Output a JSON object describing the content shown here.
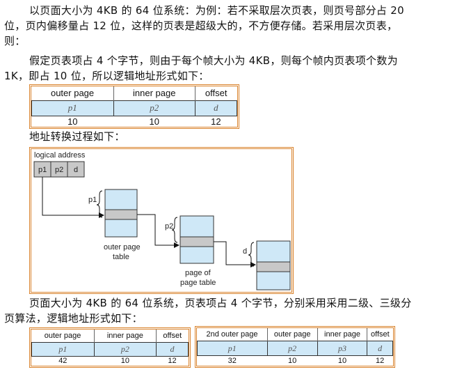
{
  "para1": {
    "line1": "以页面大小为 4KB 的 64 位系统：为例：若不采取层次页表，则页号部分占 20",
    "line2": "位，页内偏移量占 12 位，这样的页表是超级大的，不方便存储。若采用层次页表，",
    "line3": "则："
  },
  "para2": {
    "line1": "假定页表项占 4 个字节，则由于每个帧大小为 4KB，则每个帧内页表项个数为",
    "line2": "1K，即占 10 位，所以逻辑地址形式如下："
  },
  "table1": {
    "headers": [
      "outer page",
      "inner page",
      "offset"
    ],
    "symbols": [
      "p1",
      "p2",
      "d"
    ],
    "bits": [
      "10",
      "10",
      "12"
    ]
  },
  "caption_translation": "地址转换过程如下：",
  "diagram": {
    "logical_address_label": "logical address",
    "cells": [
      "p1",
      "p2",
      "d"
    ],
    "brace_p1": "p1",
    "brace_p2": "p2",
    "brace_d": "d",
    "outer_table_label_1": "outer page",
    "outer_table_label_2": "table",
    "page_of_table_label_1": "page of",
    "page_of_table_label_2": "page table",
    "colors": {
      "table_fill": "#cfe8f7",
      "entry_fill": "#c8c8c8"
    }
  },
  "para3": {
    "line1": "页面大小为 4KB 的 64 位系统，页表项占 4 个字节，分别采用采用二级、三级分",
    "line2": "页算法，逻辑地址形式如下："
  },
  "table2": {
    "headers": [
      "outer page",
      "inner page",
      "offset"
    ],
    "symbols": [
      "p1",
      "p2",
      "d"
    ],
    "bits": [
      "42",
      "10",
      "12"
    ]
  },
  "table3": {
    "headers": [
      "2nd outer page",
      "outer page",
      "inner page",
      "offset"
    ],
    "symbols": [
      "p1",
      "p2",
      "p3",
      "d"
    ],
    "bits": [
      "32",
      "10",
      "10",
      "12"
    ]
  }
}
